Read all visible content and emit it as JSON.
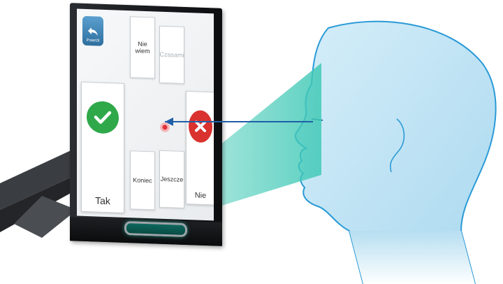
{
  "screen": {
    "back_button": {
      "label": "Powrót",
      "icon": "back-arrow-icon"
    },
    "tiles_top": [
      {
        "label": "Nie wiem"
      },
      {
        "label": "Czasami"
      }
    ],
    "tiles_bottom": [
      {
        "label": "Koniec"
      },
      {
        "label": "Jeszcze"
      }
    ],
    "yes_tile": {
      "label": "Tak",
      "icon": "checkmark-icon"
    },
    "no_tile": {
      "label": "Nie",
      "icon": "cross-icon"
    }
  },
  "colors": {
    "yes_green": "#2fa84a",
    "no_red": "#d9322f",
    "gaze_line": "#1f5fa8",
    "beam_teal": "#3cc6b4",
    "head_blue": "#bfe3f4",
    "head_outline": "#2a9ad6"
  }
}
